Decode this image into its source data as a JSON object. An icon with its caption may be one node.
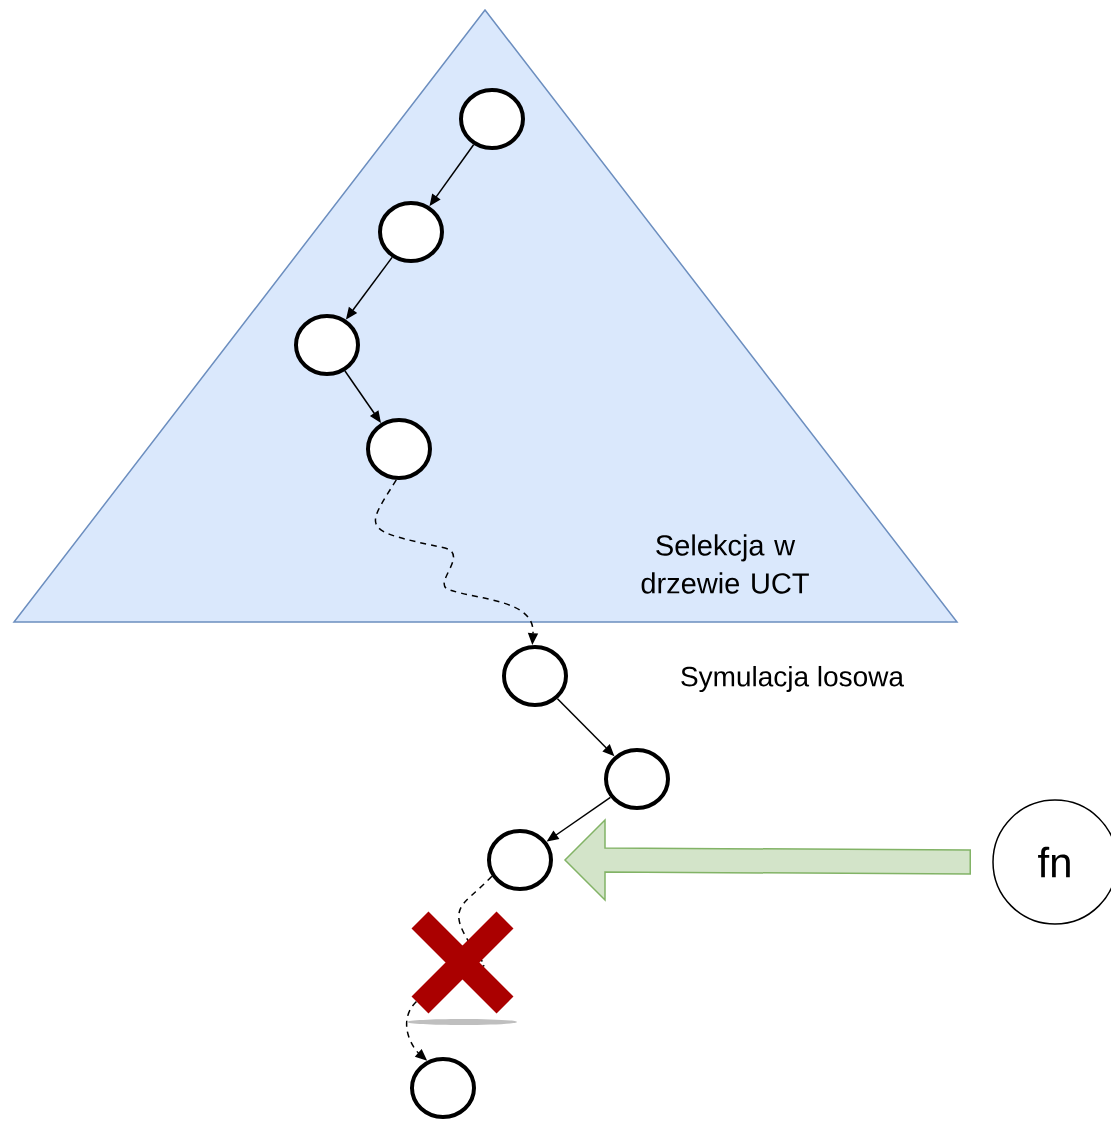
{
  "diagram": {
    "nodes": [
      {
        "text": [
          "Selekcja w drzewie UCT"
        ]
      },
      {
        "text": [],
        "shape": "circle",
        "in": 0
      },
      {
        "text": [],
        "shape": "circle",
        "in": 0
      },
      {
        "text": [],
        "shape": "circle",
        "in": 0
      },
      {
        "text": [],
        "shape": "circle",
        "in": 0
      },
      {
        "text": [],
        "shape": "circle"
      },
      {
        "text": [],
        "shape": "circle"
      },
      {
        "text": [],
        "shape": "circle"
      },
      {
        "text": [],
        "shape": "circle"
      },
      {
        "text": [
          "fn"
        ]
      }
    ],
    "edges": [
      {
        "from": 1,
        "to": 2,
        "arrow": "to"
      },
      {
        "from": 2,
        "to": 3,
        "arrow": "to"
      },
      {
        "from": 3,
        "to": 4,
        "arrow": "to"
      },
      {
        "from": 4,
        "to": 5,
        "arrow": "to",
        "style": "dashed"
      },
      {
        "from": 5,
        "to": 6,
        "arrow": "to"
      },
      {
        "from": 6,
        "to": 7,
        "arrow": "to"
      },
      {
        "from": 7,
        "to": 8,
        "arrow": "to",
        "style": "dashed"
      },
      {
        "from": 9,
        "to": 7,
        "arrow": "to",
        "style": "thick",
        "color": "#82b366"
      }
    ],
    "labels": [
      "Symulacja losowa"
    ]
  }
}
